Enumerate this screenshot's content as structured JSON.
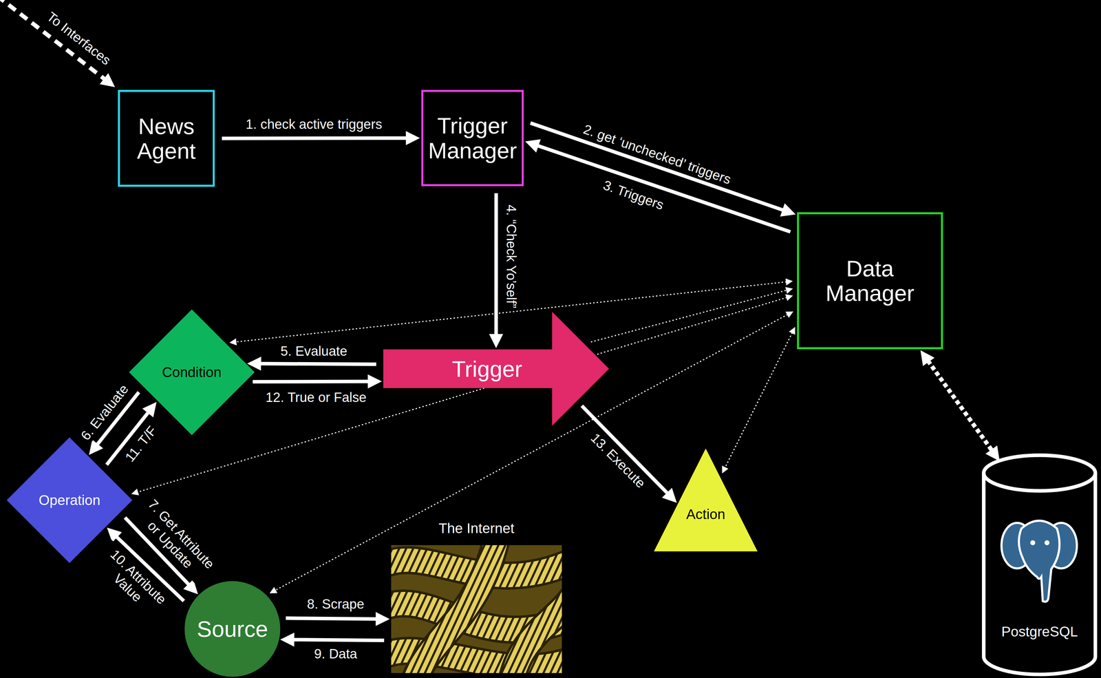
{
  "diagram": {
    "nodes": [
      {
        "text": [
          "News Agent"
        ]
      },
      {
        "text": [
          "Trigger Manager"
        ]
      },
      {
        "text": [
          "Data Manager"
        ]
      },
      {
        "text": [
          "Condition"
        ]
      },
      {
        "text": [
          "Trigger"
        ]
      },
      {
        "text": [
          "Operation"
        ]
      },
      {
        "text": [
          "Action"
        ]
      },
      {
        "text": [
          "Source"
        ]
      },
      {
        "text": [
          "The Internet"
        ]
      },
      {
        "text": [
          "PostgreSQL"
        ]
      }
    ],
    "edges": [
      {
        "from": 0,
        "to": 1,
        "label": "1. check active triggers",
        "arrow": "to"
      },
      {
        "from": 1,
        "to": 2,
        "label": "2. get ‘unchecked’ triggers",
        "arrow": "to"
      },
      {
        "from": 2,
        "to": 1,
        "label": "3. Triggers",
        "arrow": "to"
      },
      {
        "from": 1,
        "to": 4,
        "label": "4. “Check Yo’self”",
        "arrow": "to"
      },
      {
        "from": 4,
        "to": 3,
        "label": "5. Evaluate",
        "arrow": "to"
      },
      {
        "from": 3,
        "to": 5,
        "label": "6. Evaluate",
        "arrow": "to"
      },
      {
        "from": 5,
        "to": 7,
        "label": "7. Get Attribute or Update",
        "arrow": "to"
      },
      {
        "from": 7,
        "to": 8,
        "label": "8. Scrape",
        "arrow": "to"
      },
      {
        "from": 8,
        "to": 7,
        "label": "9. Data",
        "arrow": "to"
      },
      {
        "from": 7,
        "to": 5,
        "label": "10. Attribute Value",
        "arrow": "to"
      },
      {
        "from": 5,
        "to": 3,
        "label": "11. T/F",
        "arrow": "to"
      },
      {
        "from": 3,
        "to": 4,
        "label": "12. True or False",
        "arrow": "to"
      },
      {
        "from": 4,
        "to": 6,
        "label": "13. Execute",
        "arrow": "to"
      },
      {
        "from": 2,
        "to": 9,
        "arrow": "both"
      },
      {
        "from": 2,
        "to": 3,
        "arrow": "both"
      },
      {
        "from": 4,
        "to": 2,
        "arrow": "to"
      },
      {
        "from": 2,
        "to": 5,
        "arrow": "both"
      },
      {
        "from": 2,
        "to": 7,
        "arrow": "both"
      },
      {
        "from": 2,
        "to": 6,
        "arrow": "both"
      }
    ],
    "labels": [
      "To Interfaces"
    ]
  }
}
